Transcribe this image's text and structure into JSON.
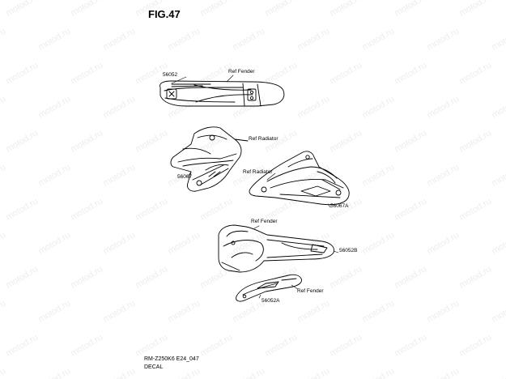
{
  "figure": {
    "title": "FIG.47"
  },
  "watermark": {
    "text": "motod.ru",
    "color": "#e8e8e8"
  },
  "callouts": {
    "front_fender_ref": "Ref Fender",
    "front_fender_part": "56052",
    "radiator_left_ref": "Ref Radiator",
    "radiator_left_part": "56067",
    "radiator_right_ref": "Ref Radiator",
    "radiator_right_part": "56067A",
    "rear_fender_ref": "Ref Fender",
    "rear_fender_part": "56052B",
    "side_fender_ref": "Ref Fender",
    "side_fender_part": "56052A"
  },
  "footer": {
    "code": "RM-Z250K6 E24_047",
    "caption": "DECAL"
  }
}
